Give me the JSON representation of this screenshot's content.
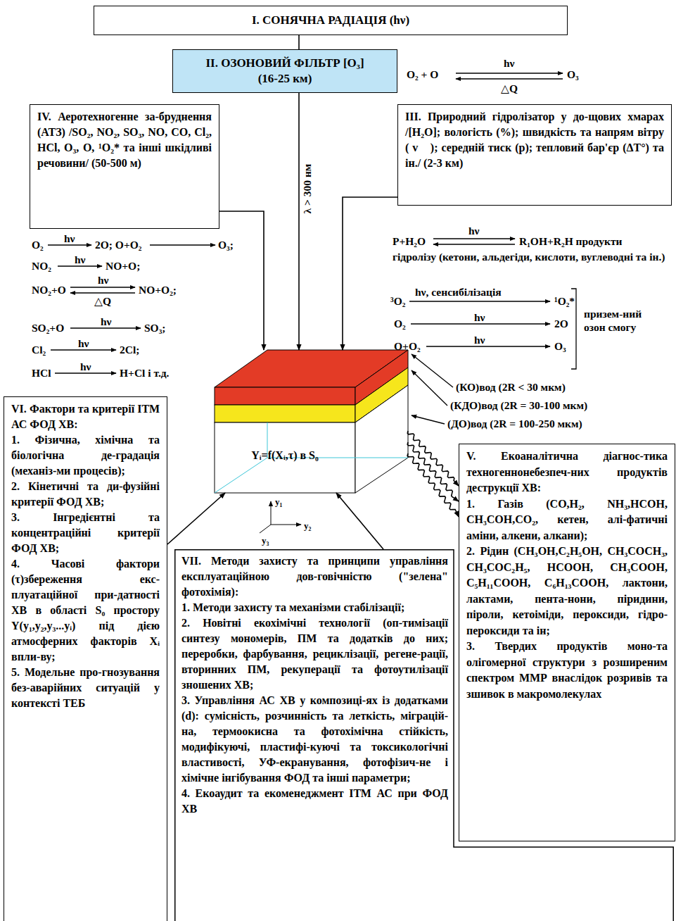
{
  "diagram": {
    "nodes": [
      {
        "text": [
          "I. СОНЯЧНА РАДІАЦІЯ (hν)"
        ]
      },
      {
        "text": [
          "II. ОЗОНОВИЙ ФІЛЬТР [O₃]",
          "(16-25 км)"
        ]
      },
      {
        "text": [
          "IV. Аеротехногенне за-бруднення (АТЗ) /SO₂, NO₂, SO₃, NO, CO, Cl₂, HCl, O₃, O, ¹O₂* та інші шкідливі речовини/ (50-500 м)"
        ]
      },
      {
        "text": [
          "III. Природний гідролізатор у до-щових хмарах /[H₂O]; вологість (%); швидкість та напрям вітру ( v⃗ ); середній тиск (p); тепловий бар'єр (ΔT°) та ін./ (2-3 км)"
        ]
      },
      {
        "text": [
          "Yᵢ=f(Xᵢ,τ) в S₀"
        ]
      },
      {
        "text": [
          "VI. Фактори та критерії ІТМ АС ФОД ХВ:",
          "1. Фізична, хімічна та біологічна де-градація (механіз-ми процесів);",
          "2. Кінетичні та ди-фузійні критерії ФОД ХВ;",
          "3. Інгредієнтні та концентраційні критерії ФОД ХВ;",
          "4. Часові фактори (τ)збереження екс-плуатаційної при-датності ХВ в області S₀ простору Y(y₁,y₂,y₃...yᵢ) під дією атмосферних факторів Xᵢ впли-ву;",
          "5. Модельне про-гнозування без-аварійних ситуацій у контексті ТЕБ"
        ]
      },
      {
        "text": [
          "VII. Методи захисту та принципи управління експлуатаційною дов-говічністю (\"зелена\" фотохімія):",
          "1. Методи захисту та механізми стабілізації;",
          "2. Новітні екохімічні технології (оп-тимізації синтезу мономерів, ПМ та додатків до них; переробки, фарбування, рециклізації, регене-рації, вторинних ПМ, рекуперації та фотоутилізації зношених ХВ;",
          "3. Управління АС ХВ у композиці-ях із додатками (d): сумісність, розчинність та леткість, міграцій-на, термоокисна та фотохімічна стійкість, модифікуючі, пластифі-куючі та токсикологічні властивості, УФ-екранування, фотофізич-не і хімічне інгібування ФОД та інші параметри;",
          "4. Екоаудит та екоменеджмент ІТМ АС при ФОД ХВ"
        ]
      },
      {
        "text": [
          "V. Екоаналітична діагнос-тика техногеннонебезпеч-них продуктів деструкції ХВ:",
          "1. Газів (CO,H₂, NH₃,HCOH, CH₃COH,CO₂, кетен, алі-фатичні аміни, алкени, алкани);",
          "2. Рідин (CH₃OH,C₂H₅OH, CH₃COCH₃, CH₃COC₂H₅, HCOOH, CH₃COOH, C₅H₁₁COOH, C₆H₁₃COOH, лактони, лактами, пента-нони, піридини, піроли, кетоіміди, пероксиди, гідро-пероксиди та ін;",
          "3. Твердих продуктів моно-та олігомерної структури з розширеним спектром ММР внаслідок розривів та зшивок в макромолекулах"
        ]
      }
    ],
    "edges": [
      {
        "from": 0,
        "to": 1,
        "arrow": "none"
      },
      {
        "from": 1,
        "to": 4,
        "arrow": "to",
        "label": "λ > 300 нм"
      },
      {
        "from": 2,
        "to": 4,
        "arrow": "to"
      },
      {
        "from": 3,
        "to": 4,
        "arrow": "to"
      },
      {
        "from": 5,
        "to": 4,
        "arrow": "to"
      },
      {
        "from": 6,
        "to": 4,
        "arrow": "to"
      },
      {
        "from": 4,
        "to": 7,
        "arrow": "to"
      },
      {
        "from": 4,
        "to": 7,
        "arrow": "to"
      },
      {
        "from": 4,
        "to": 7,
        "arrow": "to"
      }
    ],
    "labels": [
      "O₂ + O",
      "hν",
      "O₃",
      "△Q",
      "O₂",
      "hν",
      "2O; O+O₂",
      "O₃;",
      "NO₂",
      "hν",
      "NO+O;",
      "NO₂+O",
      "hν",
      "△Q",
      "NO+O₂;",
      "SO₂+O",
      "hν",
      "SO₃;",
      "Cl₂",
      "hν",
      "2Cl;",
      "HCl",
      "hν",
      "H+Cl і т.д.",
      "P+H₂O",
      "hν",
      "R₁OH+R₂H продукти",
      "гідролізу (кетони, альдегіди, кислоти, вуглеводні та ін.)",
      "³O₂",
      "hν, сенсибілізація",
      "¹O₂*",
      "O₂",
      "hν",
      "2O",
      "O+O₂",
      "hν",
      "O₃",
      "призем-ний озон смогу",
      "(КО)вод (2R < 30 мкм)",
      "(КДО)вод (2R = 30-100 мкм)",
      "(ДО)вод (2R = 100-250 мкм)",
      "y₁",
      "y₂",
      "y₃"
    ]
  }
}
